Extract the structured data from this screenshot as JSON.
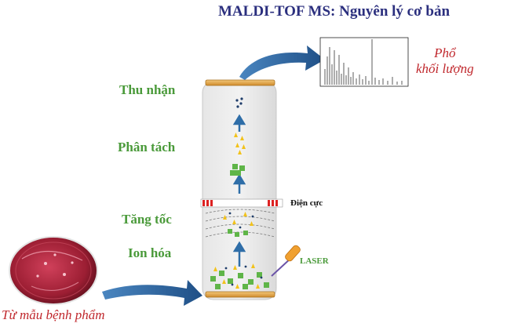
{
  "title": "MALDI-TOF MS: Nguyên lý cơ bản",
  "stages": {
    "detect": "Thu nhận",
    "separate": "Phân tách",
    "accelerate": "Tăng tốc",
    "ionize": "Ion hóa"
  },
  "labels": {
    "spectrum_line1": "Phổ",
    "spectrum_line2": "khối lượng",
    "electrode": "Điện cực",
    "laser": "LASER",
    "source": "Từ mẫu bệnh phẩm"
  },
  "colors": {
    "title": "#2b2f7e",
    "stage_text": "#4a9a3a",
    "red_text": "#c0282d",
    "arrow_blue": "#2f6ea8",
    "plate_gold": "#e0a040",
    "ion_green": "#5fb548",
    "ion_yellow": "#f2c21b"
  }
}
